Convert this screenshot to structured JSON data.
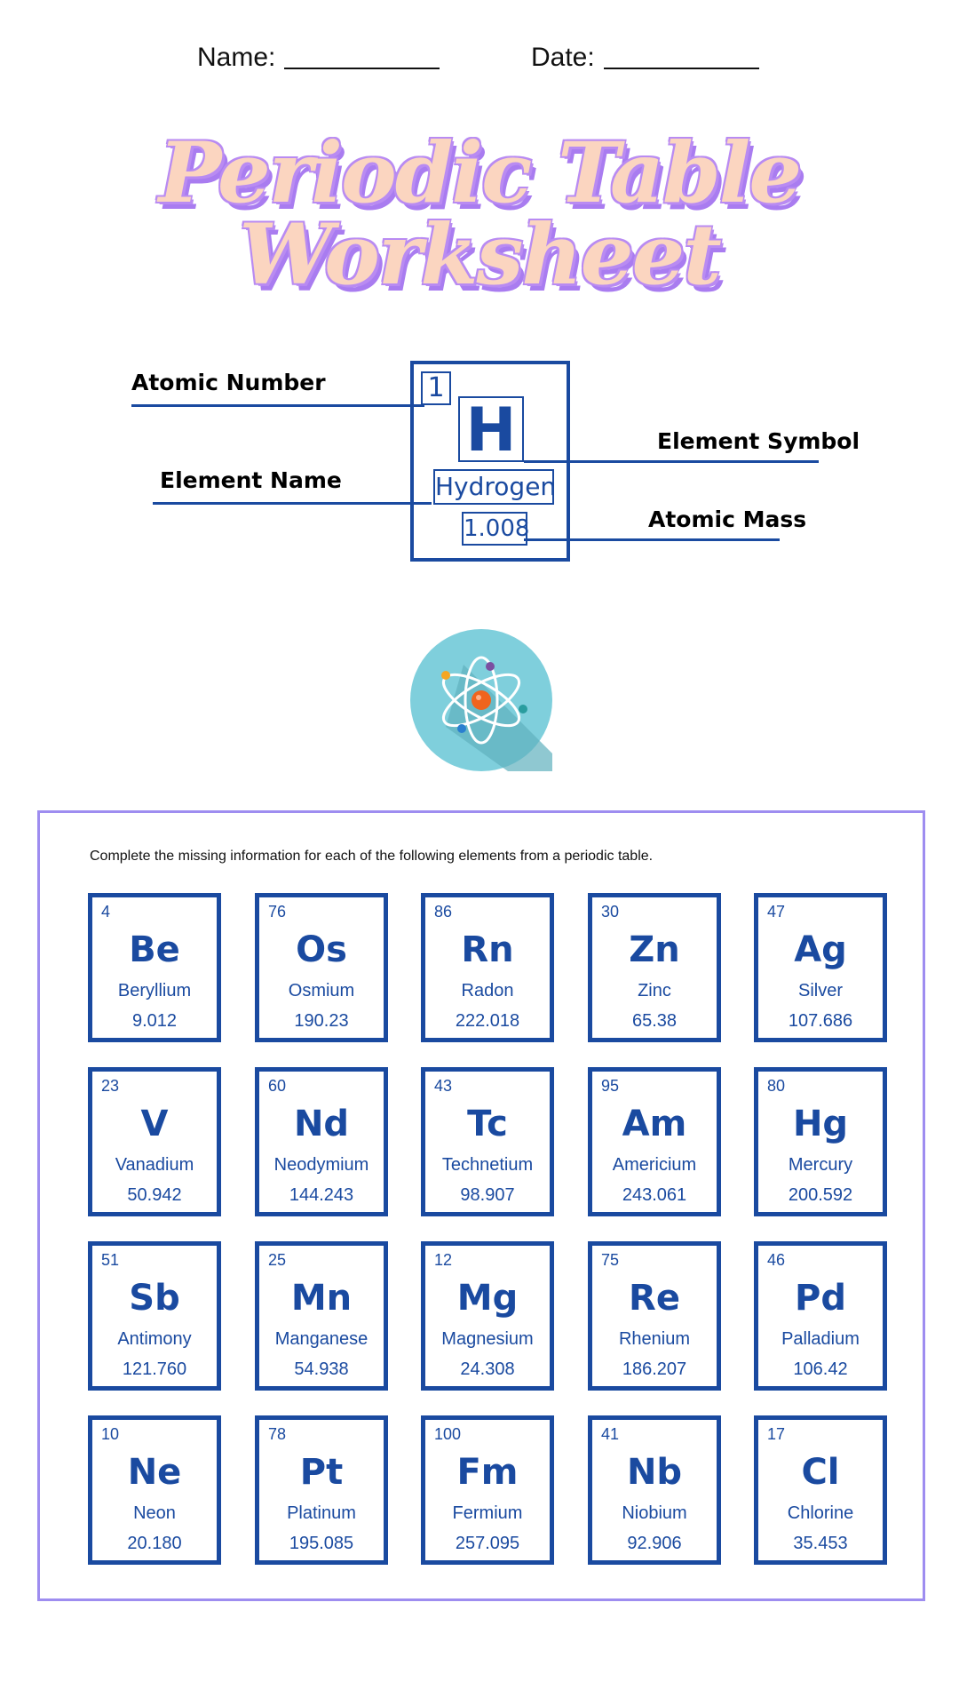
{
  "header": {
    "name_label": "Name:",
    "date_label": "Date:"
  },
  "title": {
    "line1": "Periodic Table",
    "line2": "Worksheet"
  },
  "legend": {
    "atomic_number_label": "Atomic Number",
    "element_name_label": "Element Name",
    "element_symbol_label": "Element Symbol",
    "atomic_mass_label": "Atomic Mass",
    "example": {
      "number": "1",
      "symbol": "H",
      "name": "Hydrogen",
      "mass": "1.008"
    }
  },
  "atom_icon": "atom-icon",
  "colors": {
    "accent": "#1a4aa0",
    "panel_border": "#9e8df0",
    "title_fill": "#fbd5c0",
    "title_shadow": "#b98bf2",
    "atom_bg": "#7fcfdc"
  },
  "instructions": "Complete the missing information for each of the following elements from a periodic table.",
  "elements": [
    {
      "number": "4",
      "symbol": "Be",
      "name": "Beryllium",
      "mass": "9.012"
    },
    {
      "number": "76",
      "symbol": "Os",
      "name": "Osmium",
      "mass": "190.23"
    },
    {
      "number": "86",
      "symbol": "Rn",
      "name": "Radon",
      "mass": "222.018"
    },
    {
      "number": "30",
      "symbol": "Zn",
      "name": "Zinc",
      "mass": "65.38"
    },
    {
      "number": "47",
      "symbol": "Ag",
      "name": "Silver",
      "mass": "107.686"
    },
    {
      "number": "23",
      "symbol": "V",
      "name": "Vanadium",
      "mass": "50.942"
    },
    {
      "number": "60",
      "symbol": "Nd",
      "name": "Neodymium",
      "mass": "144.243"
    },
    {
      "number": "43",
      "symbol": "Tc",
      "name": "Technetium",
      "mass": "98.907"
    },
    {
      "number": "95",
      "symbol": "Am",
      "name": "Americium",
      "mass": "243.061"
    },
    {
      "number": "80",
      "symbol": "Hg",
      "name": "Mercury",
      "mass": "200.592"
    },
    {
      "number": "51",
      "symbol": "Sb",
      "name": "Antimony",
      "mass": "121.760"
    },
    {
      "number": "25",
      "symbol": "Mn",
      "name": "Manganese",
      "mass": "54.938"
    },
    {
      "number": "12",
      "symbol": "Mg",
      "name": "Magnesium",
      "mass": "24.308"
    },
    {
      "number": "75",
      "symbol": "Re",
      "name": "Rhenium",
      "mass": "186.207"
    },
    {
      "number": "46",
      "symbol": "Pd",
      "name": "Palladium",
      "mass": "106.42"
    },
    {
      "number": "10",
      "symbol": "Ne",
      "name": "Neon",
      "mass": "20.180"
    },
    {
      "number": "78",
      "symbol": "Pt",
      "name": "Platinum",
      "mass": "195.085"
    },
    {
      "number": "100",
      "symbol": "Fm",
      "name": "Fermium",
      "mass": "257.095"
    },
    {
      "number": "41",
      "symbol": "Nb",
      "name": "Niobium",
      "mass": "92.906"
    },
    {
      "number": "17",
      "symbol": "Cl",
      "name": "Chlorine",
      "mass": "35.453"
    }
  ]
}
